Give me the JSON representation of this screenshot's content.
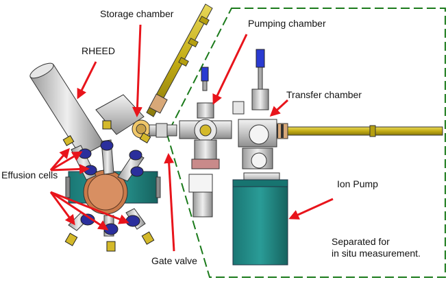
{
  "labels": {
    "storage_chamber": "Storage chamber",
    "pumping_chamber": "Pumping chamber",
    "rheed": "RHEED",
    "transfer_chamber": "Transfer chamber",
    "effusion_cells": "Effusion cells",
    "ion_pump": "Ion Pump",
    "gate_valve": "Gate valve",
    "separated_line1": "Separated for",
    "separated_line2": "in situ measurement."
  },
  "colors": {
    "arrow": "#e8141b",
    "dashed_border": "#1a7a1a",
    "chamber_teal": "#1f8a86",
    "rod_olive": "#c9b51c",
    "flange_copper": "#d08a5c",
    "steel": "#c8c8c8",
    "cell_blue": "#2b2f9c"
  }
}
